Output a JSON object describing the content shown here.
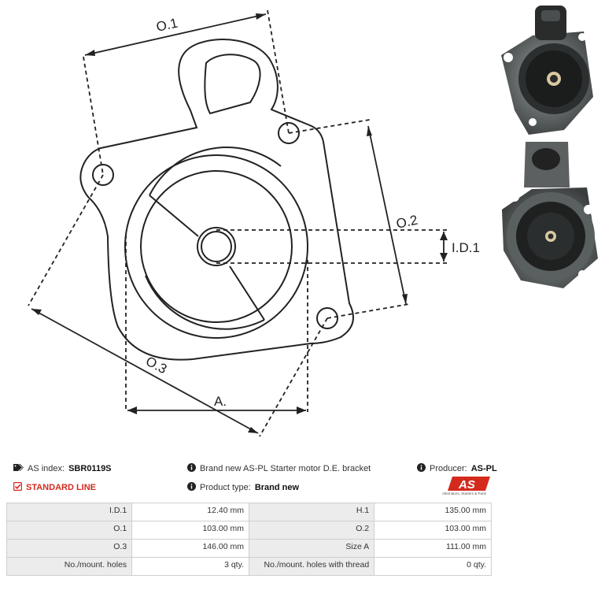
{
  "drawing": {
    "labels": {
      "o1": "O.1",
      "o2": "O.2",
      "o3": "O.3",
      "a": "A.",
      "id1": "I.D.1"
    }
  },
  "photos": [
    {
      "name": "bracket-photo-front"
    },
    {
      "name": "bracket-photo-rear"
    }
  ],
  "info": {
    "as_index_label": "AS index:",
    "as_index_value": "SBR0119S",
    "description": "Brand new AS-PL Starter motor D.E. bracket",
    "producer_label": "Producer:",
    "producer_value": "AS-PL",
    "line": "STANDARD LINE",
    "product_type_label": "Product type:",
    "product_type_value": "Brand new",
    "logo_text": "AS",
    "logo_subtext": "Alternators, Starters & Parts"
  },
  "specs": [
    {
      "k1": "I.D.1",
      "v1": "12.40 mm",
      "k2": "H.1",
      "v2": "135.00 mm"
    },
    {
      "k1": "O.1",
      "v1": "103.00 mm",
      "k2": "O.2",
      "v2": "103.00 mm"
    },
    {
      "k1": "O.3",
      "v1": "146.00 mm",
      "k2": "Size A",
      "v2": "111.00 mm"
    },
    {
      "k1": "No./mount. holes",
      "v1": "3 qty.",
      "k2": "No./mount. holes with thread",
      "v2": "0 qty."
    }
  ],
  "colors": {
    "accent": "#d42a1e",
    "table_key_bg": "#ececec"
  }
}
